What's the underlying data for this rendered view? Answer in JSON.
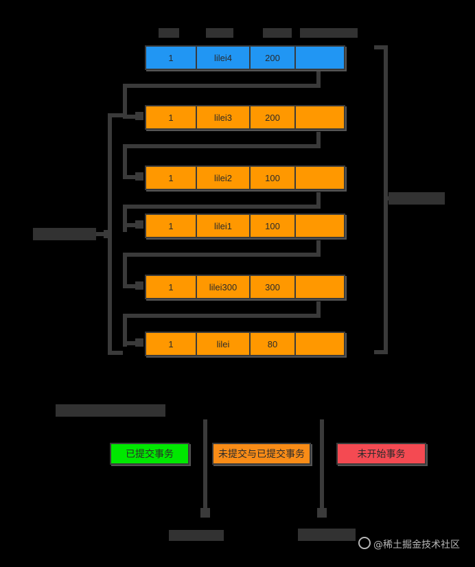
{
  "diagram": {
    "title_redacted": "■■■■■■■■",
    "columns": [
      {
        "label": "■■"
      },
      {
        "label": "■■■"
      },
      {
        "label": "■■■"
      },
      {
        "label": "■■■■■■"
      }
    ],
    "rows": [
      {
        "id": "1",
        "name": "lilei4",
        "value": "200",
        "pointer": "",
        "color": "blue"
      },
      {
        "id": "1",
        "name": "lilei3",
        "value": "200",
        "pointer": "",
        "color": "orange"
      },
      {
        "id": "1",
        "name": "lilei2",
        "value": "100",
        "pointer": "",
        "color": "orange"
      },
      {
        "id": "1",
        "name": "lilei1",
        "value": "100",
        "pointer": "",
        "color": "orange"
      },
      {
        "id": "1",
        "name": "lilei300",
        "value": "300",
        "pointer": "",
        "color": "orange"
      },
      {
        "id": "1",
        "name": "lilei",
        "value": "80",
        "pointer": "",
        "color": "orange"
      }
    ],
    "left_brace_label": "■■■■■■■■",
    "right_brace_label": "■■■■■■",
    "section_label": "■■■■■■■■■■■■"
  },
  "legend": {
    "items": [
      {
        "label": "已提交事务",
        "color": "#00e800"
      },
      {
        "label": "未提交与已提交事务",
        "color": "#f98c17"
      },
      {
        "label": "未开始事务",
        "color": "#f44a52"
      }
    ]
  },
  "bottom_labels": [
    {
      "label": "■■■■■■■"
    },
    {
      "label": "■■■■■■■"
    }
  ],
  "watermark": {
    "text": "@稀土掘金技术社区"
  },
  "colors": {
    "background": "#000000",
    "line": "#3a3a3a",
    "blue": "#2196f3",
    "orange": "#ff9800",
    "green": "#00e800",
    "red": "#f44a52"
  }
}
